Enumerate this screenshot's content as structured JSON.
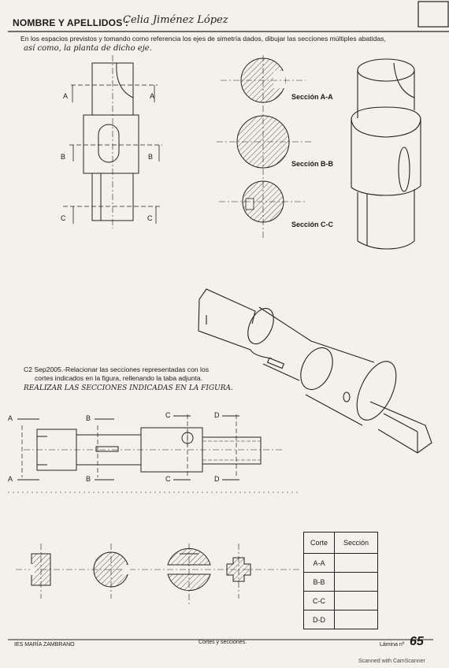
{
  "header": {
    "name_label": "NOMBRE Y APELLIDOS :",
    "name_value": "Celia Jiménez López"
  },
  "exercise1": {
    "instructions_line1": "En los espacios previstos y tomando como referencia los ejes de simetría dados, dibujar las secciones múltiples abatidas,",
    "instructions_line2": "así como, la planta de dicho eje.",
    "cut_labels": [
      "A",
      "A",
      "B",
      "B",
      "C",
      "C"
    ],
    "section_labels": [
      "Sección A-A",
      "Sección B-B",
      "Sección C-C"
    ]
  },
  "exercise2": {
    "title_line1": "C2 Sep2005.-Relacionar las secciones representadas con los",
    "title_line2": "cortes indicados en la figura, rellenando la taba adjunta.",
    "handwritten_note": "REALIZAR LAS SECCIONES INDICADAS EN LA FIGURA.",
    "cut_letters": [
      "A",
      "B",
      "C",
      "D",
      "A",
      "B",
      "C",
      "D"
    ]
  },
  "table": {
    "headers": [
      "Corte",
      "Sección"
    ],
    "rows": [
      {
        "corte": "A-A",
        "seccion": ""
      },
      {
        "corte": "B-B",
        "seccion": ""
      },
      {
        "corte": "C-C",
        "seccion": ""
      },
      {
        "corte": "D-D",
        "seccion": ""
      }
    ]
  },
  "footer": {
    "school": "IES MARÍA ZAMBRANO",
    "topic": "Cortes y secciones.",
    "sheet_label": "Lámina nº",
    "sheet_number": "65",
    "scanner": "Scanned with CamScanner"
  }
}
